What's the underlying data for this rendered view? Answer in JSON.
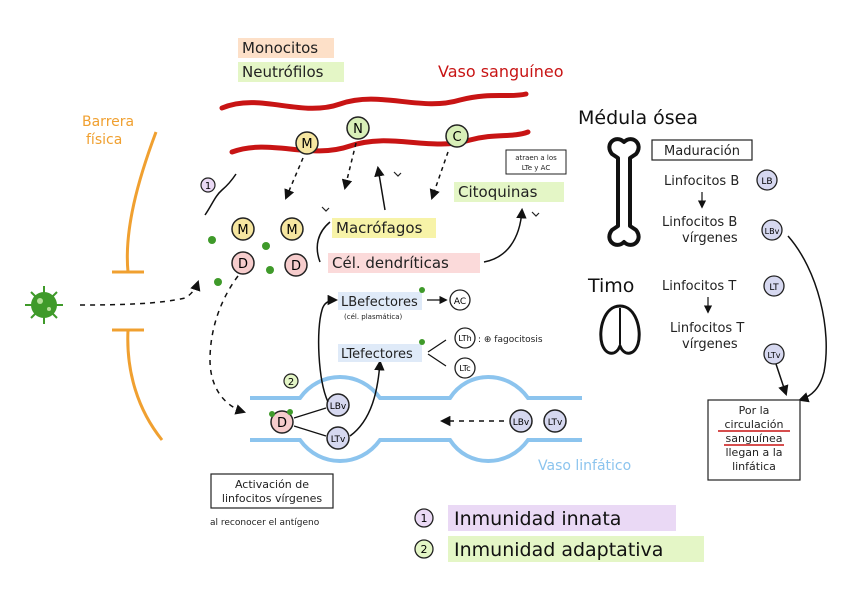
{
  "colors": {
    "blood": "#c81414",
    "lymph": "#8cc4ee",
    "barrier": "#f0a030",
    "virus": "#3f9a2a",
    "hl_orange": "#fde0c8",
    "hl_green": "#e4f6c6",
    "hl_pink": "#fbdada",
    "hl_blue": "#dfeaf8",
    "hl_purple": "#ead9f5",
    "cell_m": "#f6e6a0",
    "cell_n": "#d8efb8",
    "cell_d": "#f6cccc",
    "cell_lymph": "#d6d8f0"
  },
  "blood": {
    "monocytes": "Monocitos",
    "neutrophils": "Neutrófilos",
    "vessel_label": "Vaso sanguíneo",
    "cell_m": "M",
    "cell_n": "N",
    "cell_c": "C"
  },
  "barrier": {
    "label_line1": "Barrera",
    "label_line2": "física"
  },
  "tissue": {
    "step1": "1",
    "cell_m": "M",
    "cell_d": "D",
    "macrophages": "Macrófagos",
    "dendritic": "Cél. dendríticas",
    "cytokines": "Citoquinas",
    "attract_line1": "atraen a los",
    "attract_line2": "LTe y AC"
  },
  "adaptive": {
    "step2": "2",
    "lb_effectors": "LBefectores",
    "plasma": "(cél. plasmática)",
    "ac": "AC",
    "lt_effectors": "LTefectores",
    "lth": "LTh",
    "phagocytes": ": ⊕ fagocitosis",
    "ltc": "LTc",
    "lbv": "LBv",
    "ltv": "LTv",
    "d": "D",
    "lymph_label": "Vaso linfático"
  },
  "activation": {
    "box_line1": "Activación de",
    "box_line2": "linfocitos vírgenes",
    "note": "al reconocer el antígeno"
  },
  "marrow": {
    "title": "Médula ósea",
    "maturation": "Maduración",
    "lb": "Linfocitos B",
    "lb_badge": "LB",
    "lbv_line1": "Linfocitos B",
    "lbv_line2": "vírgenes",
    "lbv_badge": "LBv"
  },
  "thymus": {
    "title": "Timo",
    "lt": "Linfocitos T",
    "lt_badge": "LT",
    "ltv_line1": "Linfocitos T",
    "ltv_line2": "vírgenes",
    "ltv_badge": "LTv"
  },
  "circulation": {
    "line1": "Por la",
    "line2": "circulación",
    "line3": "sanguínea",
    "line4": "llegan a la",
    "line5": "linfática"
  },
  "legend": {
    "n1": "1",
    "innate": "Inmunidad innata",
    "n2": "2",
    "adaptive": "Inmunidad adaptativa"
  }
}
